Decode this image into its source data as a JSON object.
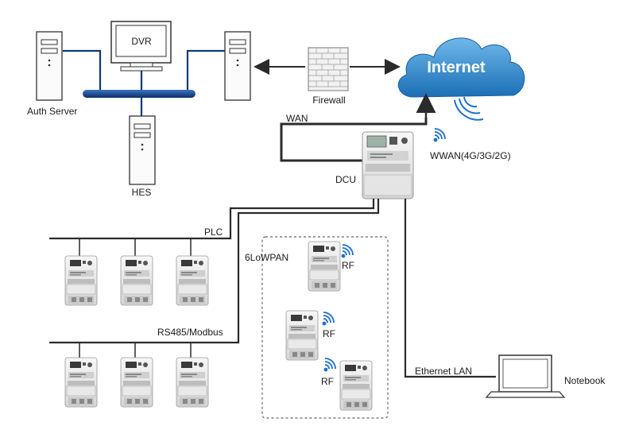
{
  "labels": {
    "dvr": "DVR",
    "auth_server": "Auth Server",
    "hes": "HES",
    "firewall": "Firewall",
    "internet": "Internet",
    "wan": "WAN",
    "dcu": "DCU",
    "wwan": "WWAN(4G/3G/2G)",
    "plc": "PLC",
    "rs485": "RS485/Modbus",
    "lowpan": "6LoWPAN",
    "rf1": "RF",
    "rf2": "RF",
    "rf3": "RF",
    "ethernet": "Ethernet LAN",
    "notebook": "Notebook"
  },
  "colors": {
    "line_dark": "#2b2b2b",
    "bus_blue": "#0d3a78",
    "cloud": "#2f86c6",
    "wireless": "#1a6fd0"
  }
}
